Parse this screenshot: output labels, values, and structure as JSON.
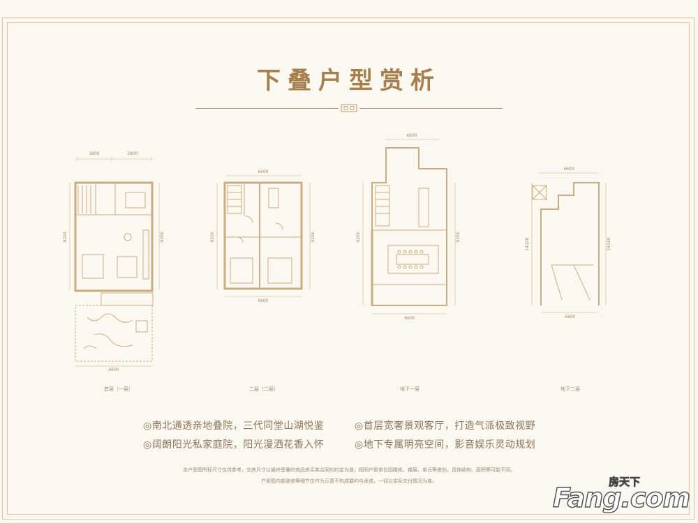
{
  "title": "下叠户型赏析",
  "plans": [
    {
      "label": "首层（一层）",
      "dim_top_left": "3800",
      "dim_top_right": "2800",
      "dim_side_left": "9200",
      "dim_side_right": "9200",
      "dim_bottom": "6600"
    },
    {
      "label": "二层（二层）",
      "dim_top": "6600",
      "dim_side_left": "9200",
      "dim_side_right": "9200",
      "dim_bottom": "6600"
    },
    {
      "label": "地下一层",
      "dim_top": "6600",
      "dim_side_left": "9200",
      "dim_side_right": "9200",
      "dim_bottom": "6600"
    },
    {
      "label": "地下二层",
      "dim_top": "6600",
      "dim_side_left": "14100",
      "dim_side_right": "14100",
      "dim_bottom": "6600"
    }
  ],
  "features": [
    "◎南北通透亲地叠院，三代同堂山湖悦鉴",
    "◎首层宽奢景观客厅，打造气派极致视野",
    "◎阔朗阳光私家庭院，阳光漫洒花香入怀",
    "◎地下专属明亮空间，影音娱乐灵动规划"
  ],
  "disclaimer": [
    "本户型图所标尺寸仅供参考，交房尺寸以最终签署的商品房买卖合同的约定为准；相同户型单位因楼栋、楼层、单元等差别，具体结构、面积等可能不同。",
    "户型图内部装修等细节仅作为示意不构成要约与承诺，一切以实际交付情况为准。"
  ],
  "watermark": {
    "main": "Fang.com",
    "small": "房天下"
  },
  "colors": {
    "line": "#c9ad7f",
    "title": "#a67f4d",
    "text": "#8c7558"
  }
}
